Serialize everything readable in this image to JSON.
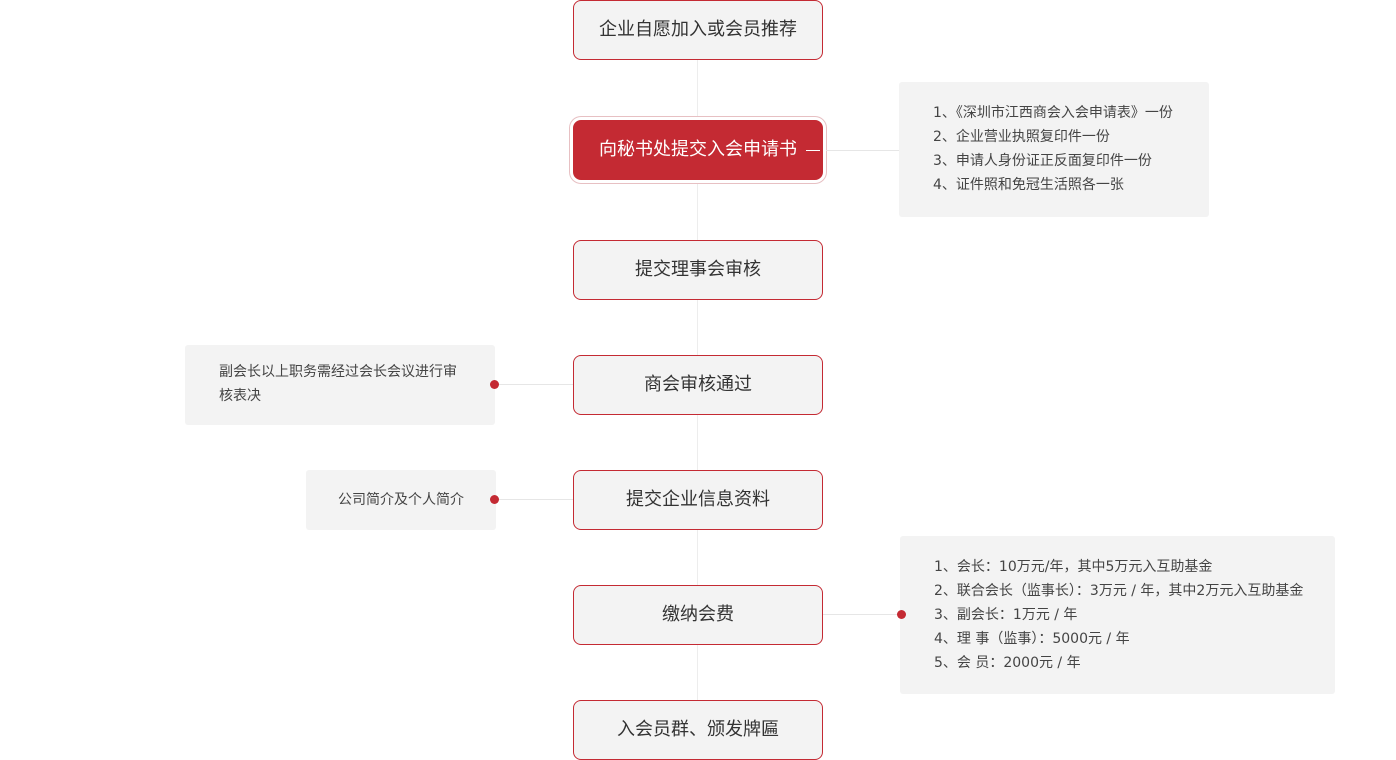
{
  "steps": [
    "企业自愿加入或会员推荐",
    "向秘书处提交入会申请书",
    "提交理事会审核",
    "商会审核通过",
    "提交企业信息资料",
    "缴纳会费",
    "入会员群、颁发牌匾"
  ],
  "notes": {
    "application": [
      "1、《深圳市江西商会入会申请表》一份",
      "2、企业营业执照复印件一份",
      "3、申请人身份证正反面复印件一份",
      "4、证件照和免冠生活照各一张"
    ],
    "approval": "副会长以上职务需经过会长会议进行审核表决",
    "info": "公司简介及个人简介",
    "fees": [
      "1、会长：10万元/年，其中5万元入互助基金",
      "2、联合会长（监事长）：3万元 / 年，其中2万元入互助基金",
      "3、副会长：1万元 / 年",
      "4、理 事（监事）：5000元 / 年",
      "5、会 员：2000元 / 年"
    ]
  },
  "colors": {
    "accent": "#c42a33",
    "box_bg": "#f3f3f3",
    "text": "#333333"
  }
}
